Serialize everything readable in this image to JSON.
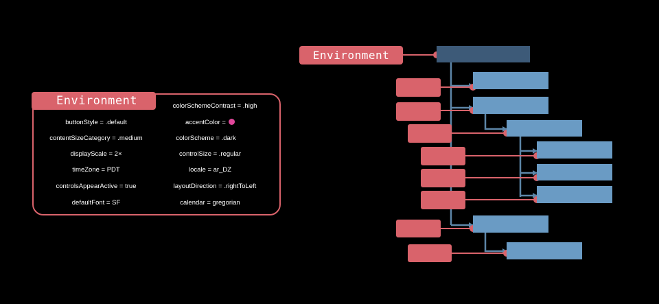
{
  "panel": {
    "title": "Environment",
    "properties": [
      {
        "text": "colorSchemeContrast = .high"
      },
      {
        "text": "buttonStyle = .default"
      },
      {
        "text": "accentColor ="
      },
      {
        "text": "contentSizeCategory = .medium"
      },
      {
        "text": "colorScheme = .dark"
      },
      {
        "text": "displayScale = 2×"
      },
      {
        "text": "controlSize = .regular"
      },
      {
        "text": "timeZone = PDT"
      },
      {
        "text": "locale = ar_DZ"
      },
      {
        "text": "controlsAppearActive = true"
      },
      {
        "text": "layoutDirection = .rightToLeft"
      },
      {
        "text": "defaultFont = SF"
      },
      {
        "text": "calendar = gregorian"
      }
    ],
    "accent_color": "#e0479a"
  },
  "tree": {
    "title": "Environment",
    "colors": {
      "root_view": "#3d5a78",
      "view": "#6a9bc4",
      "modifier": "#d9636b",
      "connector": "#5d86a8"
    }
  }
}
